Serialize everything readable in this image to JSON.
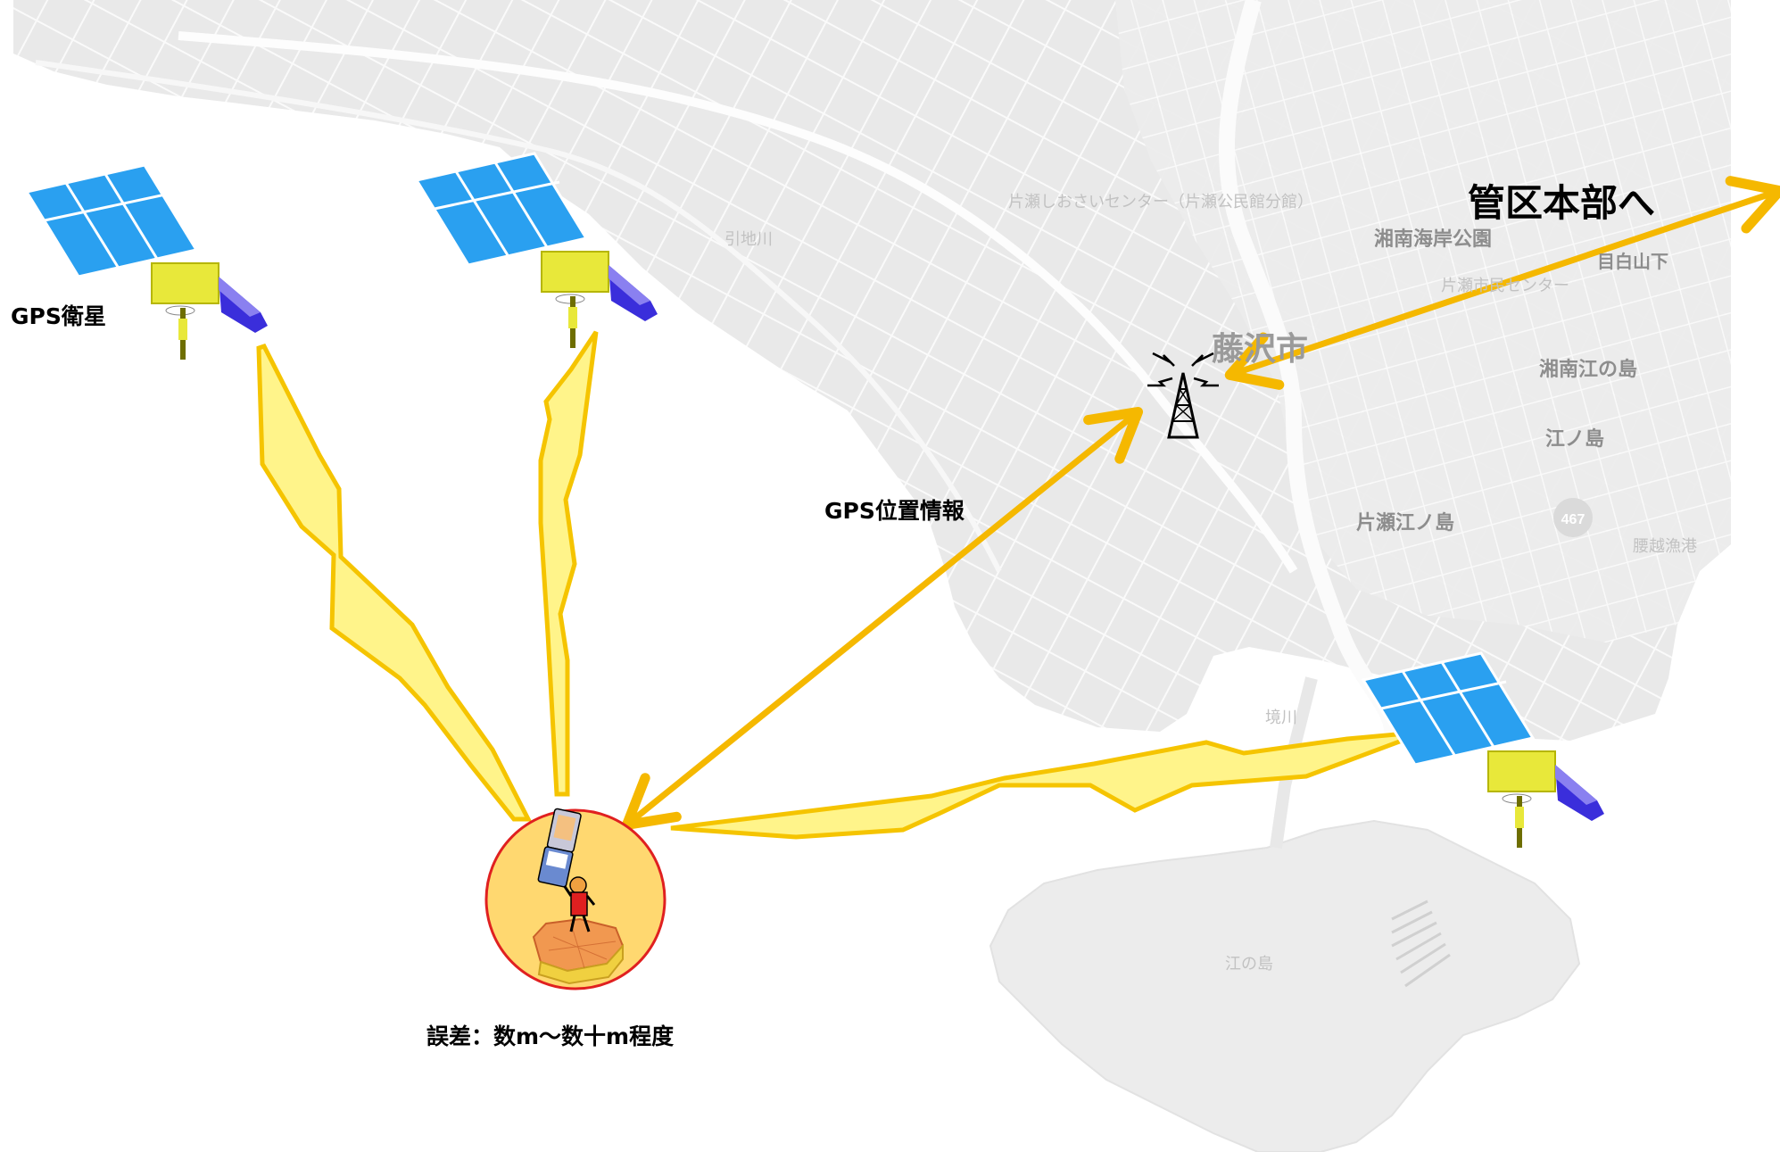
{
  "labels": {
    "satellite": "GPS衛星",
    "position_info": "GPS位置情報",
    "headquarters": "管区本部へ",
    "error_range": "誤差：数m～数十m程度"
  },
  "map": {
    "city": "藤沢市",
    "places": [
      "湘南海岸公園",
      "湘南江の島",
      "江ノ島",
      "片瀬江ノ島",
      "目白山下",
      "境川",
      "江の島",
      "引地川",
      "片瀬しおさいセンター（片瀬公民館分館）",
      "片瀬市民センター",
      "腰越漁港"
    ],
    "route_number": "467"
  },
  "colors": {
    "arrow": "#f5b800",
    "bolt_fill": "#fff48a",
    "bolt_stroke": "#f5c400",
    "panel_blue": "#2aa0f0",
    "panel_blue2": "#6a5ae0",
    "body_yellow": "#e8e83a",
    "circle_fill": "#ffd870",
    "circle_stroke": "#e02020",
    "map_land": "#ececec"
  },
  "icons": [
    "satellite-icon",
    "radio-tower-icon",
    "rescue-person-icon",
    "mobile-phone-icon"
  ]
}
